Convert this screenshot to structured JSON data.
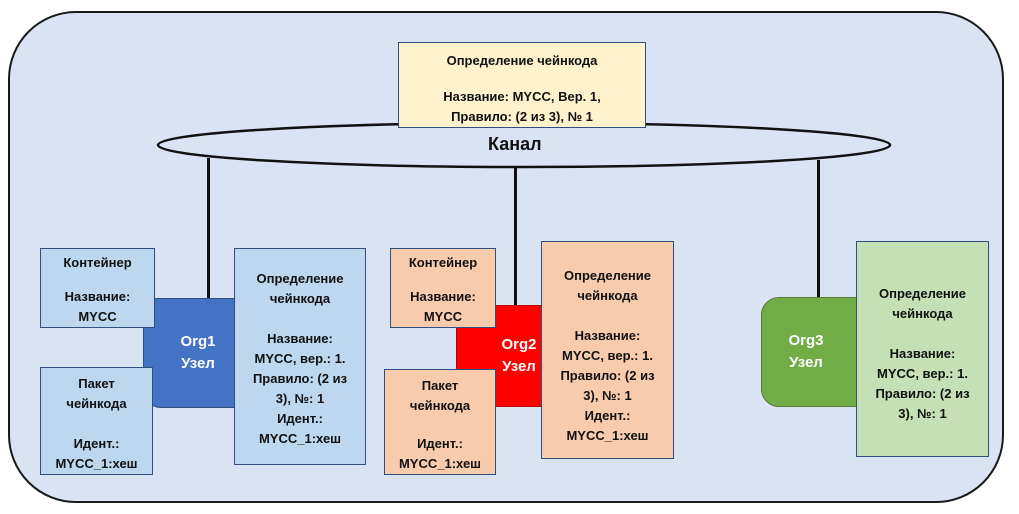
{
  "chaincode_top": {
    "title": "Определение чейнкода",
    "details": "Название: MYCC, Вер. 1,\nПравило: (2 из 3), № 1"
  },
  "channel": {
    "label": "Канал"
  },
  "org1": {
    "node_label": "Org1\nУзел",
    "node_color": "#4472c4",
    "container": {
      "title": "Контейнер",
      "details": "Название:\nMYCC"
    },
    "package": {
      "title": "Пакет\nчейнкода",
      "details": "Идент.:\nMYCC_1:хеш"
    },
    "definition": {
      "title": "Определение\nчейнкода",
      "details": "Название:\nMYCC, вер.: 1.\nПравило: (2 из\n3), №: 1\nИдент.:\nMYCC_1:хеш"
    }
  },
  "org2": {
    "node_label": "Org2\nУзел",
    "node_color": "#ff0000",
    "container": {
      "title": "Контейнер",
      "details": "Название:\nMYCC"
    },
    "package": {
      "title": "Пакет\nчейнкода",
      "details": "Идент.:\nMYCC_1:хеш"
    },
    "definition": {
      "title": "Определение\nчейнкода",
      "details": "Название:\nMYCC, вер.: 1.\nПравило: (2 из\n3), №: 1\nИдент.:\nMYCC_1:хеш"
    }
  },
  "org3": {
    "node_label": "Org3\nУзел",
    "node_color": "#70ad47",
    "definition": {
      "title": "Определение\nчейнкода",
      "details": "Название:\nMYCC, вер.: 1.\nПравило: (2 из\n3), №: 1"
    }
  }
}
